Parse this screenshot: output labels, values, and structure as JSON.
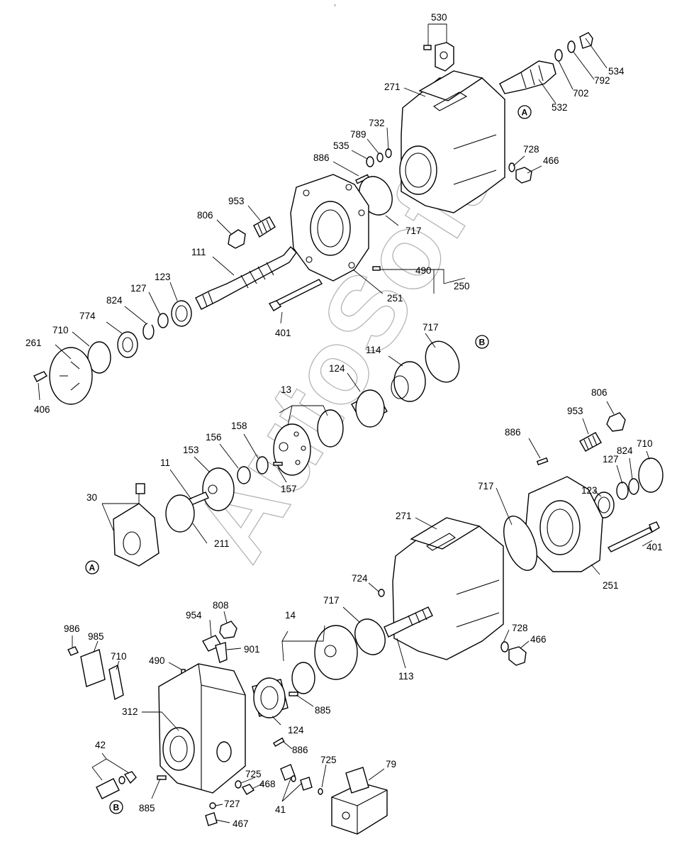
{
  "tiny_mark": "®",
  "watermark": "AutoSoft",
  "callouts": {
    "p530": "530",
    "p534": "534",
    "p792": "792",
    "p702": "702",
    "p532": "532",
    "p271a": "271",
    "p732": "732",
    "p789": "789",
    "p535": "535",
    "p886a": "886",
    "p728a": "728",
    "p466a": "466",
    "p953a": "953",
    "p806a": "806",
    "p717a": "717",
    "p111": "111",
    "p490a": "490",
    "p250": "250",
    "p123a": "123",
    "p127a": "127",
    "p251a": "251",
    "p824a": "824",
    "p774": "774",
    "p401a": "401",
    "p710a": "710",
    "p261": "261",
    "p406": "406",
    "p717b": "717",
    "p114": "114",
    "p124a": "124",
    "p13": "13",
    "p158": "158",
    "p156": "156",
    "p153": "153",
    "p11": "11",
    "p157": "157",
    "p30": "30",
    "p211": "211",
    "p806b": "806",
    "p953b": "953",
    "p886b": "886",
    "p127b": "127",
    "p824b": "824",
    "p710b": "710",
    "p123b": "123",
    "p717c": "717",
    "p271b": "271",
    "p401b": "401",
    "p251b": "251",
    "p724": "724",
    "p717d": "717",
    "p14": "14",
    "p954": "954",
    "p808": "808",
    "p901": "901",
    "p986": "986",
    "p985": "985",
    "p710c": "710",
    "p490b": "490",
    "p728b": "728",
    "p466b": "466",
    "p113": "113",
    "p885a": "885",
    "p312": "312",
    "p124b": "124",
    "p886c": "886",
    "p42": "42",
    "p725a": "725",
    "p725b": "725",
    "p79": "79",
    "p468": "468",
    "p727": "727",
    "p41": "41",
    "p885b": "885",
    "p467": "467"
  },
  "refs": {
    "a1": "A",
    "a2": "A",
    "b1": "B",
    "b2": "B"
  }
}
